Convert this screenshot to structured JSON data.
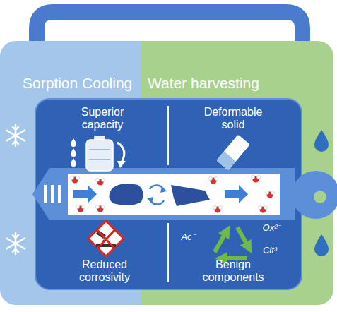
{
  "diagram": {
    "nodes": [
      {
        "text": [
          "Sorption Cooling"
        ]
      },
      {
        "text": [
          "Water harvesting"
        ]
      }
    ],
    "labels": [
      "Superior capacity",
      "Deformable solid",
      "Reduced corrosivity",
      "Benign components",
      "Ac⁻",
      "Ox²⁻",
      "Cit³⁻"
    ]
  }
}
